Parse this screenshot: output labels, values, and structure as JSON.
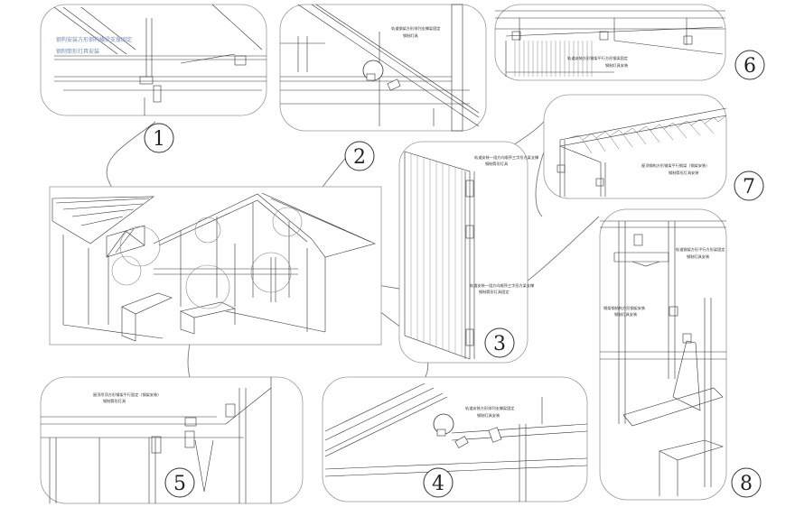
{
  "panels": [
    {
      "id": "1",
      "number": "1",
      "notes": [
        "钢构安装方形钢构横梁支撑固定",
        "钢制筒形灯具安装"
      ]
    },
    {
      "id": "2",
      "number": "2",
      "notes": [
        "轨道钢架方形排列支撑梁固定",
        "钢制灯具"
      ]
    },
    {
      "id": "3",
      "number": "3",
      "notes": [
        "轨道安装一组方向顺序三字形方梁支撑",
        "钢制筒形灯具",
        "轨道安装一组方向顺序三字形方梁支撑",
        "钢制筒形灯具固定"
      ]
    },
    {
      "id": "4",
      "number": "4",
      "notes": [
        "轨道安装方形排列支撑梁固定",
        "钢制灯具安装"
      ]
    },
    {
      "id": "5",
      "number": "5",
      "notes": [
        "屋顶吊顶方形钢架平行固定（钢架安装）",
        "钢制筒形灯具"
      ]
    },
    {
      "id": "6",
      "number": "6",
      "notes": [
        "轨道安装方形钢架平行方形钢梁固定",
        "钢制灯具安装"
      ]
    },
    {
      "id": "7",
      "number": "7",
      "notes": [
        "屋顶钢构方形钢架平行钢梁（钢架安装）",
        "钢制筒形灯具安装"
      ]
    },
    {
      "id": "8",
      "number": "8",
      "notes": [
        "轨道钢架方形平行方形梁固定",
        "钢制灯具安装",
        "钢架钢结构方形钢架安装",
        "钢制灯具安装"
      ]
    }
  ],
  "icons": {
    "lamp": "spotlight-icon"
  }
}
